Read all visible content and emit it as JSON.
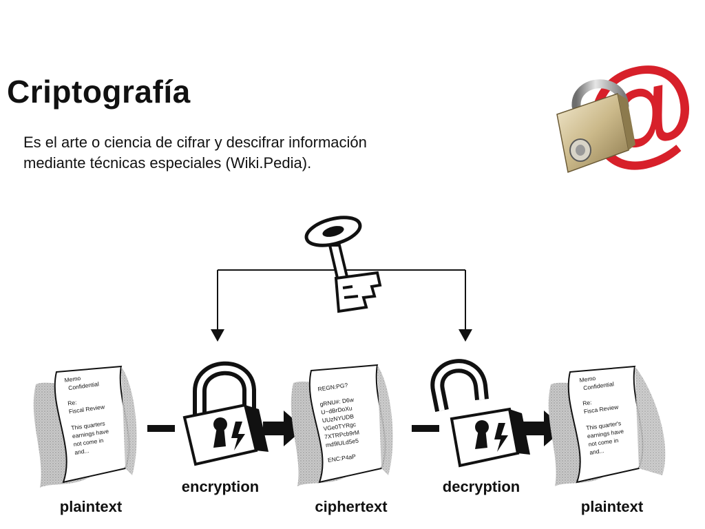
{
  "slide": {
    "title": "Criptografía",
    "body": "Es el arte o ciencia de cifrar y descifrar información mediante técnicas especiales (Wiki.Pedia)."
  },
  "logo": {
    "glyph": "@",
    "icons": [
      "padlock-icon",
      "at-sign-icon"
    ],
    "colors": {
      "at_sign": "#d7202a",
      "padlock": "#cbb98a"
    }
  },
  "diagram": {
    "labels": {
      "plaintext_left": "plaintext",
      "encryption": "encryption",
      "ciphertext": "ciphertext",
      "decryption": "decryption",
      "plaintext_right": "plaintext"
    },
    "documents": {
      "plain_left": [
        "Memo",
        "Confidential",
        "Re:",
        "Fiscal Review",
        "This quarters",
        "earnings have",
        "not come in",
        "and..."
      ],
      "cipher": [
        "REGN:PG?",
        "gRNU#: D6w",
        "U~dBrDoXu",
        "UUzNYUDB",
        "VGe0TYRgc",
        "7XTRPcb9rM",
        "md9lULd5e5",
        "ENC:P4aP"
      ],
      "plain_right": [
        "Memo",
        "Confidential",
        "Re:",
        "Fisca Review",
        "This quarter's",
        "earnings have",
        "not come in",
        "and..."
      ]
    },
    "icons": [
      "key-icon",
      "closed-padlock-icon",
      "open-padlock-icon",
      "arrow-right-icon",
      "arrow-down-icon"
    ]
  }
}
